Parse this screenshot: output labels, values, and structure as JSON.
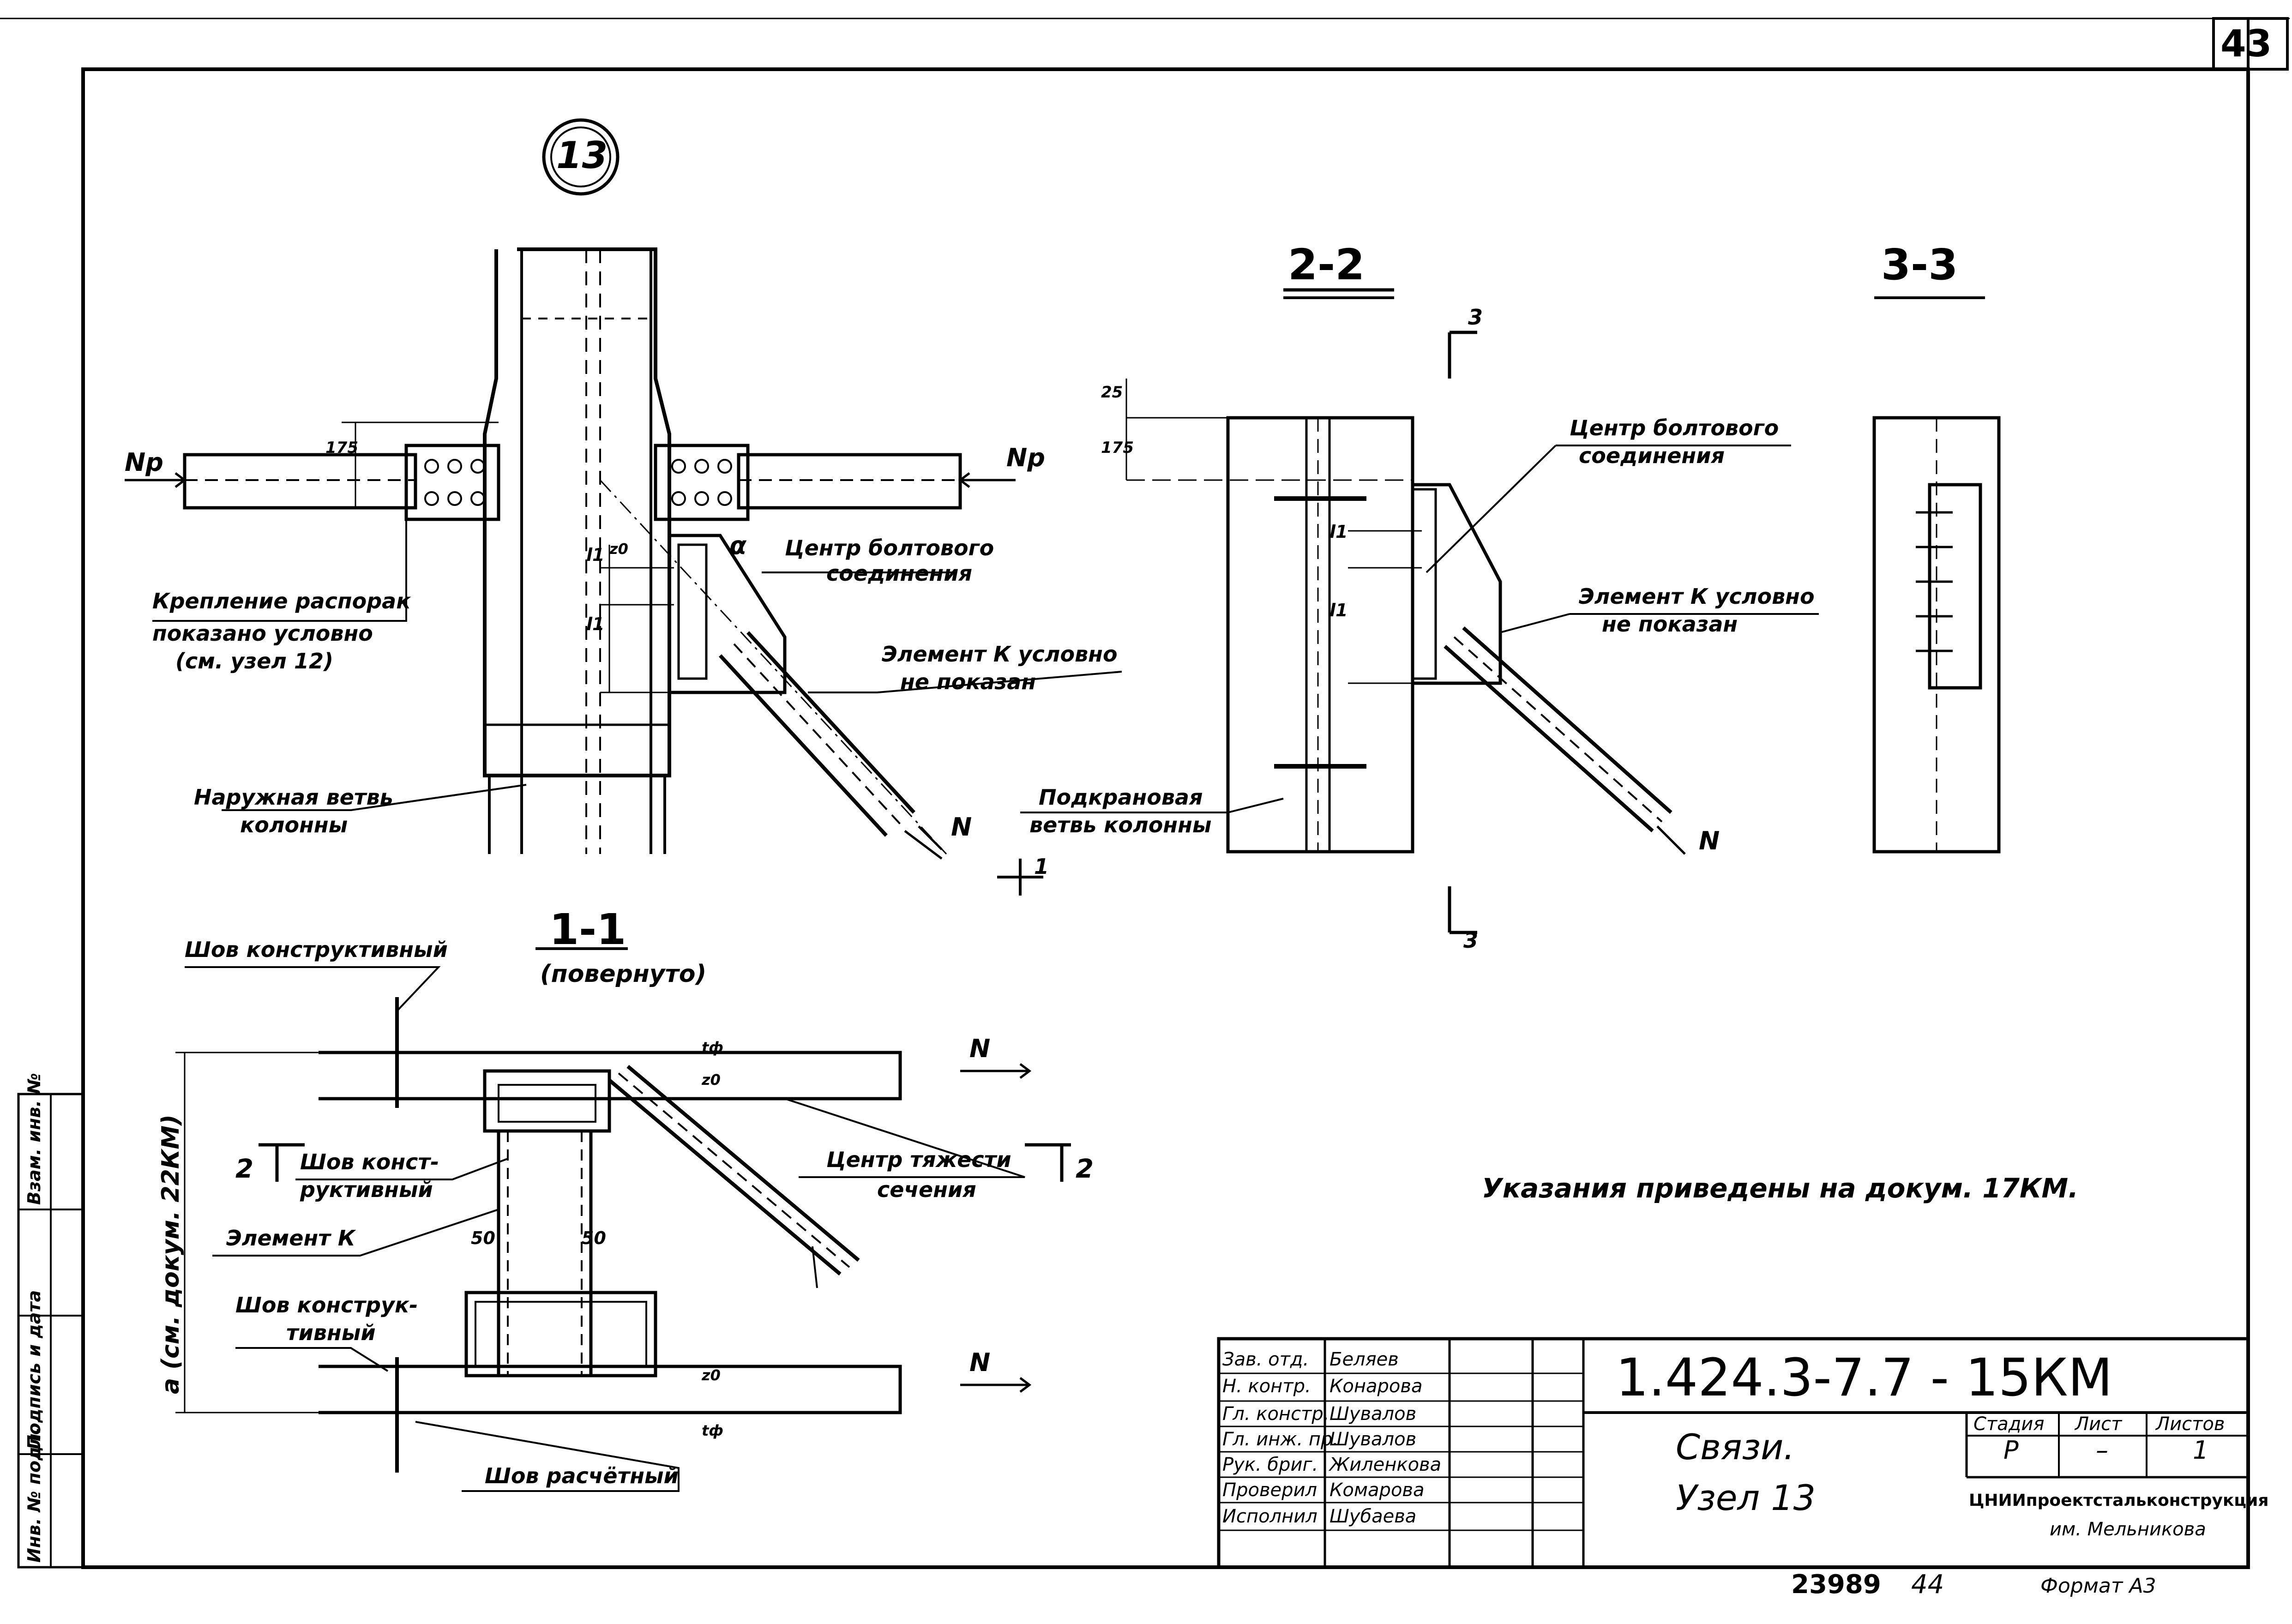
{
  "sheet": {
    "sheet_number": "43",
    "node_number": "13",
    "node_ref_circle": "13"
  },
  "sections": {
    "s22": "2-2",
    "s33": "3-3",
    "s11": "1-1",
    "s11_note": "(повернуто)"
  },
  "markers": {
    "m3_top": "3",
    "m3_bottom": "3",
    "m1": "1",
    "m2_left": "2",
    "m2_right": "2",
    "np_left": "Np",
    "np_right": "Np",
    "n_a": "N",
    "n_b": "N",
    "n_c": "N",
    "n_d": "N",
    "alpha": "α",
    "l1_a": "l1",
    "l1_b": "l1",
    "l1_c": "l1",
    "l1_d": "l1",
    "d175_a": "175",
    "d175_b": "175",
    "d25": "25",
    "d50_a": "50",
    "d50_b": "50",
    "z0_a": "z0",
    "z0_b": "z0",
    "z0_c": "z0",
    "tf_a": "tф",
    "tf_b": "tф"
  },
  "labels": {
    "bolt_center_1": "Центр болтового",
    "bolt_center_1b": "соединения",
    "bolt_center_2": "Центр болтового",
    "bolt_center_2b": "соединения",
    "element_k_1": "Элемент К условно",
    "element_k_1b": "не показан",
    "element_k_2": "Элемент К условно",
    "element_k_2b": "не показан",
    "fastening_1": "Крепление распорак",
    "fastening_2": "показано условно",
    "fastening_3": "(см. узел 12)",
    "outer_branch_1": "Наружная ветвь",
    "outer_branch_2": "колонны",
    "crane_branch_1": "Подкрановая",
    "crane_branch_2": "ветвь колонны",
    "weld_constr_1": "Шов конструктивный",
    "weld_constr_2a": "Шов конст-",
    "weld_constr_2b": "руктивный",
    "element_k": "Элемент К",
    "weld_constr_3a": "Шов конструк-",
    "weld_constr_3b": "тивный",
    "weld_calc": "Шов расчётный",
    "gravity_center_1": "Центр тяжести",
    "gravity_center_2": "сечения",
    "dim_a": "a (см. докум. 22КМ)",
    "instructions": "Указания приведены на докум. 17КМ."
  },
  "title_block": {
    "code": "1.424.3-7.7 - 15КМ",
    "title_1": "Связи.",
    "title_2": "Узел 13",
    "stage_hdr": "Стадия",
    "sheet_hdr": "Лист",
    "sheets_hdr": "Листов",
    "stage": "Р",
    "sheet": "–",
    "sheets": "1",
    "org_1": "ЦНИИпроектстальконструкция",
    "org_2": "им. Мельникова",
    "rows": [
      {
        "role": "Зав. отд.",
        "name": "Беляев"
      },
      {
        "role": "Н. контр.",
        "name": "Конарова"
      },
      {
        "role": "Гл. констр.",
        "name": "Шувалов"
      },
      {
        "role": "Гл. инж. пр.",
        "name": "Шувалов"
      },
      {
        "role": "Рук. бриг.",
        "name": "Жиленкова"
      },
      {
        "role": "Проверил",
        "name": "Комарова"
      },
      {
        "role": "Исполнил",
        "name": "Шубаева"
      }
    ],
    "inv_number": "23989",
    "page_mark": "44",
    "format": "Формат А3"
  },
  "side_stamp": {
    "inv_orig": "Инв. № подл.",
    "sign_date": "Подпись и дата",
    "inv_repl": "Взам. инв. №"
  }
}
